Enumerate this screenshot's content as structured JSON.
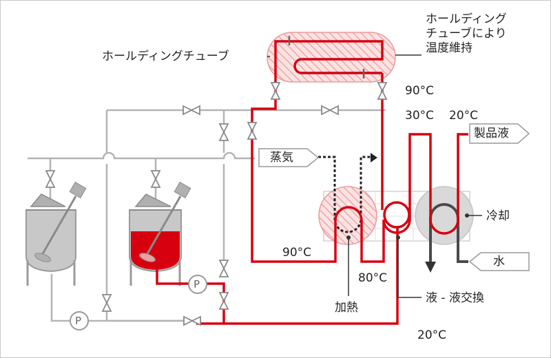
{
  "labels": {
    "holding_tube": "ホールディングチューブ",
    "holding_tube_note": [
      "ホールディング",
      "チューブにより",
      "温度維持"
    ],
    "steam": "蒸気",
    "product": "製品液",
    "water": "水",
    "cooling": "冷却",
    "heating": "加熱",
    "liquid_exchange": "液 - 液交換",
    "pump": "P"
  },
  "temperatures": {
    "t_holding_out": "90°C",
    "t_regen_out": "30°C",
    "t_product_out": "20°C",
    "t_heat_in": "90°C",
    "t_regen_in": "80°C",
    "t_return": "20°C"
  },
  "colors": {
    "product_line": "#d7000f",
    "utility_line": "#b4b4b4",
    "vessel_fill": "#c8c8c8",
    "vessel_liquid": "#d7000f",
    "heating_zone": "#f3b4b4",
    "cooling_zone": "#d9d9d9",
    "water_line": "#555555"
  }
}
